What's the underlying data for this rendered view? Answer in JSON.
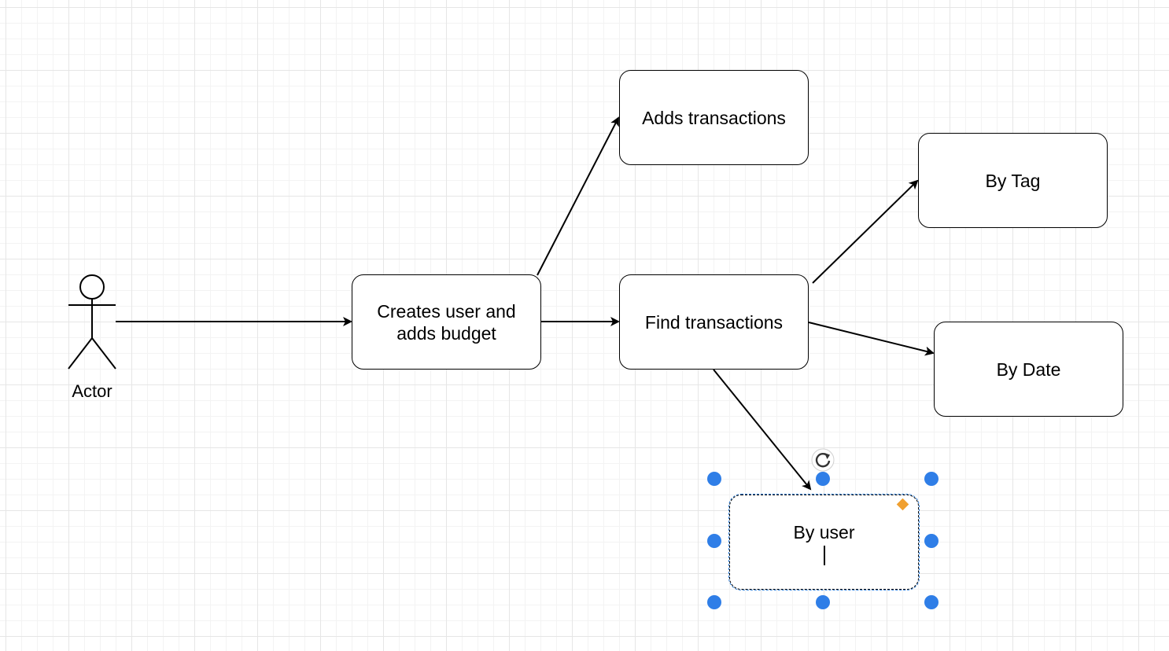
{
  "actor": {
    "label": "Actor"
  },
  "nodes": {
    "create": {
      "label": "Creates user and adds budget"
    },
    "adds": {
      "label": "Adds transactions"
    },
    "find": {
      "label": "Find transactions"
    },
    "tag": {
      "label": "By Tag"
    },
    "date": {
      "label": "By Date"
    },
    "user": {
      "label": "By user"
    }
  },
  "edges": [
    {
      "from": "actor",
      "to": "create"
    },
    {
      "from": "create",
      "to": "adds"
    },
    {
      "from": "create",
      "to": "find"
    },
    {
      "from": "find",
      "to": "tag"
    },
    {
      "from": "find",
      "to": "date"
    },
    {
      "from": "find",
      "to": "user"
    }
  ],
  "selection": {
    "selected_node": "user",
    "handle_color": "#2f7ee7",
    "connector_handle_color": "#f0a030"
  },
  "icons": [
    "rotate-icon"
  ]
}
